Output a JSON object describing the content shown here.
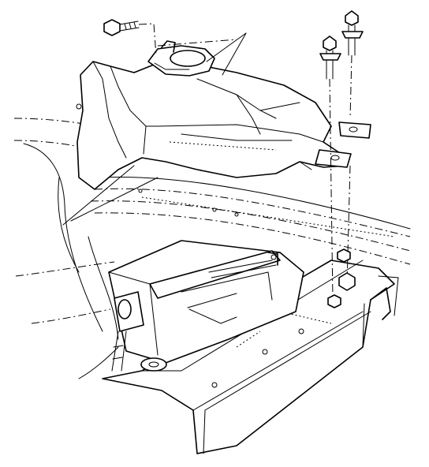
{
  "figure": {
    "colors": {
      "ink": "#000000",
      "paper": "#ffffff"
    },
    "parts": [
      "lower-radiator-support",
      "vehicle-body-frame",
      "module-mounting-bracket",
      "electronic-control-module",
      "wiring-harness-connector",
      "coolant-recovery-reservoir",
      "reservoir-cap",
      "reservoir-mounting-studs",
      "reservoir-hold-down-bolt"
    ]
  }
}
